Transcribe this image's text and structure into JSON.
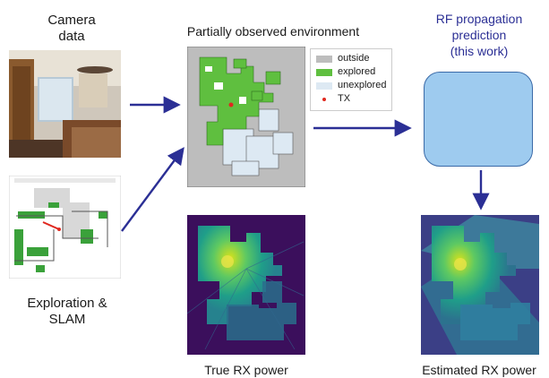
{
  "labels": {
    "camera_line1": "Camera",
    "camera_line2": "data",
    "env_title": "Partially observed environment",
    "rf_line1": "RF propagation",
    "rf_line2": "prediction",
    "rf_line3": "(this work)",
    "slam_line1": "Exploration &",
    "slam_line2": "SLAM",
    "true_rx": "True RX power",
    "est_rx": "Estimated RX power"
  },
  "legend": {
    "items": [
      {
        "label": "outside",
        "color": "#bdbdbd"
      },
      {
        "label": "explored",
        "color": "#5fbf3f"
      },
      {
        "label": "unexplored",
        "color": "#dde9f3"
      },
      {
        "label": "TX",
        "color": "#e0281f"
      }
    ]
  },
  "colors": {
    "accent_text": "#2b2f95",
    "arrow": "#2b2f95",
    "rf_box": "#9ecbef",
    "rf_box_border": "#3a6aa8",
    "heatmap_dark": "#3b0f5c",
    "heatmap_teal": "#1f9e89",
    "heatmap_yellow": "#d8e219"
  },
  "icons": {
    "arrow": "right-arrow-icon",
    "tx": "tx-dot-icon"
  }
}
